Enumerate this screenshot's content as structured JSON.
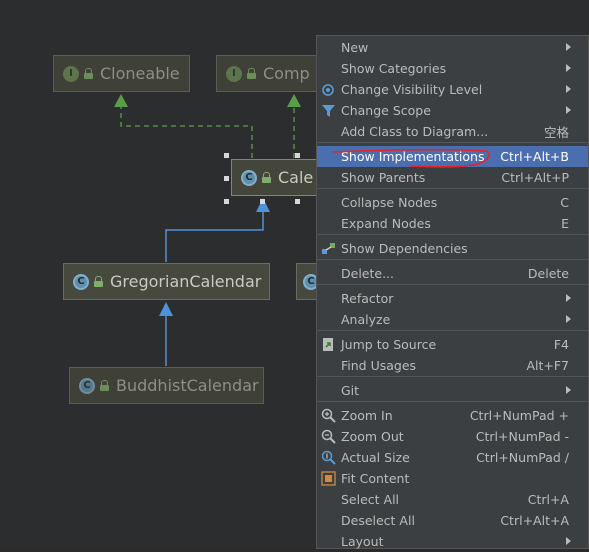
{
  "diagram": {
    "nodes": [
      {
        "id": "cloneable",
        "label": "Cloneable",
        "kind": "I"
      },
      {
        "id": "comparable",
        "label": "Comp",
        "kind": "I"
      },
      {
        "id": "calendar",
        "label": "Cale",
        "kind": "C"
      },
      {
        "id": "gregorian",
        "label": "GregorianCalendar",
        "kind": "C"
      },
      {
        "id": "buddhist",
        "label": "BuddhistCalendar",
        "kind": "C"
      }
    ]
  },
  "menu": {
    "items": [
      {
        "label": "New",
        "shortcut": "",
        "submenu": true,
        "icon": ""
      },
      {
        "label": "Show Categories",
        "shortcut": "",
        "submenu": true,
        "icon": ""
      },
      {
        "label": "Change Visibility Level",
        "shortcut": "",
        "submenu": true,
        "icon": "visibility-icon"
      },
      {
        "label": "Change Scope",
        "shortcut": "",
        "submenu": true,
        "icon": "filter-icon"
      },
      {
        "label": "Add Class to Diagram...",
        "shortcut": "空格",
        "submenu": false,
        "icon": ""
      },
      {
        "label": "Show Implementations",
        "shortcut": "Ctrl+Alt+B",
        "submenu": false,
        "icon": "",
        "highlighted": true
      },
      {
        "label": "Show Parents",
        "shortcut": "Ctrl+Alt+P",
        "submenu": false,
        "icon": ""
      },
      {
        "label": "Collapse Nodes",
        "shortcut": "C",
        "submenu": false,
        "icon": ""
      },
      {
        "label": "Expand Nodes",
        "shortcut": "E",
        "submenu": false,
        "icon": ""
      },
      {
        "label": "Show Dependencies",
        "shortcut": "",
        "submenu": false,
        "icon": "dependencies-icon"
      },
      {
        "label": "Delete...",
        "shortcut": "Delete",
        "submenu": false,
        "icon": ""
      },
      {
        "label": "Refactor",
        "shortcut": "",
        "submenu": true,
        "icon": ""
      },
      {
        "label": "Analyze",
        "shortcut": "",
        "submenu": true,
        "icon": ""
      },
      {
        "label": "Jump to Source",
        "shortcut": "F4",
        "submenu": false,
        "icon": "jump-to-source-icon"
      },
      {
        "label": "Find Usages",
        "shortcut": "Alt+F7",
        "submenu": false,
        "icon": ""
      },
      {
        "label": "Git",
        "shortcut": "",
        "submenu": true,
        "icon": ""
      },
      {
        "label": "Zoom In",
        "shortcut": "Ctrl+NumPad +",
        "submenu": false,
        "icon": "zoom-in-icon"
      },
      {
        "label": "Zoom Out",
        "shortcut": "Ctrl+NumPad -",
        "submenu": false,
        "icon": "zoom-out-icon"
      },
      {
        "label": "Actual Size",
        "shortcut": "Ctrl+NumPad /",
        "submenu": false,
        "icon": "actual-size-icon"
      },
      {
        "label": "Fit Content",
        "shortcut": "",
        "submenu": false,
        "icon": "fit-content-icon"
      },
      {
        "label": "Select All",
        "shortcut": "Ctrl+A",
        "submenu": false,
        "icon": ""
      },
      {
        "label": "Deselect All",
        "shortcut": "Ctrl+Alt+A",
        "submenu": false,
        "icon": ""
      },
      {
        "label": "Layout",
        "shortcut": "",
        "submenu": true,
        "icon": ""
      }
    ]
  },
  "colors": {
    "menu_highlight": "#4b6eaf",
    "annotation": "#e0262b",
    "implements_edge": "#5a9e4a",
    "extends_edge": "#4e93d8"
  }
}
